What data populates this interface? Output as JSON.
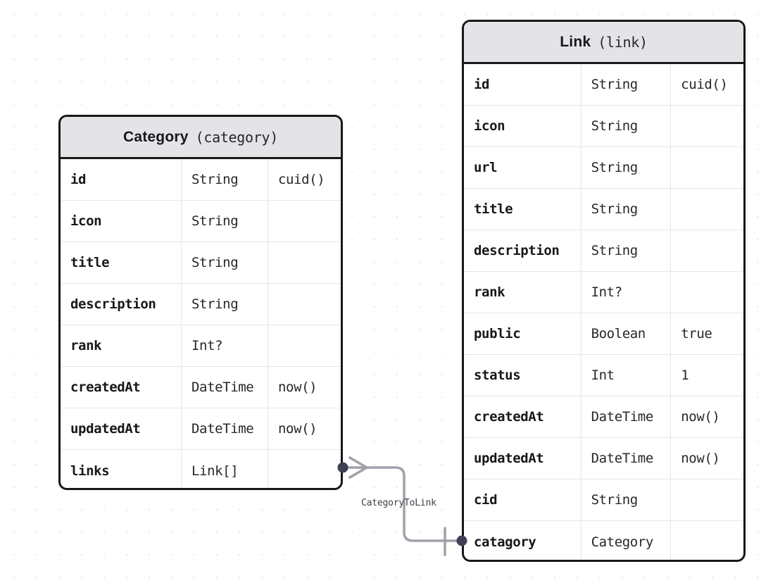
{
  "diagram": {
    "kind": "entity-relationship-diagram",
    "background": "#ffffff",
    "grid_dot_color": "#e8e8ec",
    "accent_border": "#18181b",
    "header_fill": "#e4e4e7",
    "connector_color": "#a1a1aa",
    "endpoint_dot_color": "#3f3f56"
  },
  "entities": [
    {
      "name": "Category",
      "db_name": "(category)",
      "fields": [
        {
          "name": "id",
          "type": "String",
          "default": "cuid()"
        },
        {
          "name": "icon",
          "type": "String",
          "default": ""
        },
        {
          "name": "title",
          "type": "String",
          "default": ""
        },
        {
          "name": "description",
          "type": "String",
          "default": ""
        },
        {
          "name": "rank",
          "type": "Int?",
          "default": ""
        },
        {
          "name": "createdAt",
          "type": "DateTime",
          "default": "now()"
        },
        {
          "name": "updatedAt",
          "type": "DateTime",
          "default": "now()"
        },
        {
          "name": "links",
          "type": "Link[]",
          "default": ""
        }
      ]
    },
    {
      "name": "Link",
      "db_name": "(link)",
      "fields": [
        {
          "name": "id",
          "type": "String",
          "default": "cuid()"
        },
        {
          "name": "icon",
          "type": "String",
          "default": ""
        },
        {
          "name": "url",
          "type": "String",
          "default": ""
        },
        {
          "name": "title",
          "type": "String",
          "default": ""
        },
        {
          "name": "description",
          "type": "String",
          "default": ""
        },
        {
          "name": "rank",
          "type": "Int?",
          "default": ""
        },
        {
          "name": "public",
          "type": "Boolean",
          "default": "true"
        },
        {
          "name": "status",
          "type": "Int",
          "default": "1"
        },
        {
          "name": "createdAt",
          "type": "DateTime",
          "default": "now()"
        },
        {
          "name": "updatedAt",
          "type": "DateTime",
          "default": "now()"
        },
        {
          "name": "cid",
          "type": "String",
          "default": ""
        },
        {
          "name": "catagory",
          "type": "Category",
          "default": ""
        }
      ]
    }
  ],
  "relations": [
    {
      "label": "CategoryToLink",
      "from_entity": "Category",
      "from_field": "links",
      "to_entity": "Link",
      "to_field": "catagory",
      "from_cardinality": "many",
      "to_cardinality": "one"
    }
  ]
}
